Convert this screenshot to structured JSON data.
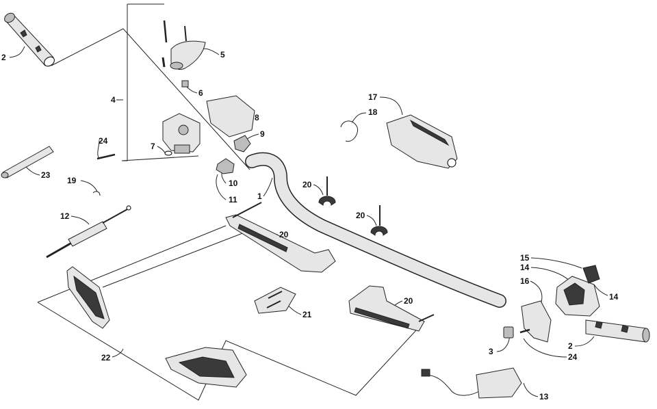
{
  "diagram": {
    "callouts": [
      {
        "id": "c2a",
        "label": "2"
      },
      {
        "id": "c5",
        "label": "5"
      },
      {
        "id": "c6",
        "label": "6"
      },
      {
        "id": "c4",
        "label": "4"
      },
      {
        "id": "c8",
        "label": "8"
      },
      {
        "id": "c9",
        "label": "9"
      },
      {
        "id": "c24a",
        "label": "24"
      },
      {
        "id": "c7",
        "label": "7"
      },
      {
        "id": "c17",
        "label": "17"
      },
      {
        "id": "c18",
        "label": "18"
      },
      {
        "id": "c23",
        "label": "23"
      },
      {
        "id": "c19",
        "label": "19"
      },
      {
        "id": "c10",
        "label": "10"
      },
      {
        "id": "c11",
        "label": "11"
      },
      {
        "id": "c20a",
        "label": "20"
      },
      {
        "id": "c1",
        "label": "1"
      },
      {
        "id": "c12",
        "label": "12"
      },
      {
        "id": "c20b",
        "label": "20"
      },
      {
        "id": "c20c",
        "label": "20"
      },
      {
        "id": "c15",
        "label": "15"
      },
      {
        "id": "c14a",
        "label": "14"
      },
      {
        "id": "c16",
        "label": "16"
      },
      {
        "id": "c14b",
        "label": "14"
      },
      {
        "id": "c21",
        "label": "21"
      },
      {
        "id": "c20d",
        "label": "20"
      },
      {
        "id": "c3",
        "label": "3"
      },
      {
        "id": "c2b",
        "label": "2"
      },
      {
        "id": "c24b",
        "label": "24"
      },
      {
        "id": "c22",
        "label": "22"
      },
      {
        "id": "c13",
        "label": "13"
      }
    ]
  }
}
